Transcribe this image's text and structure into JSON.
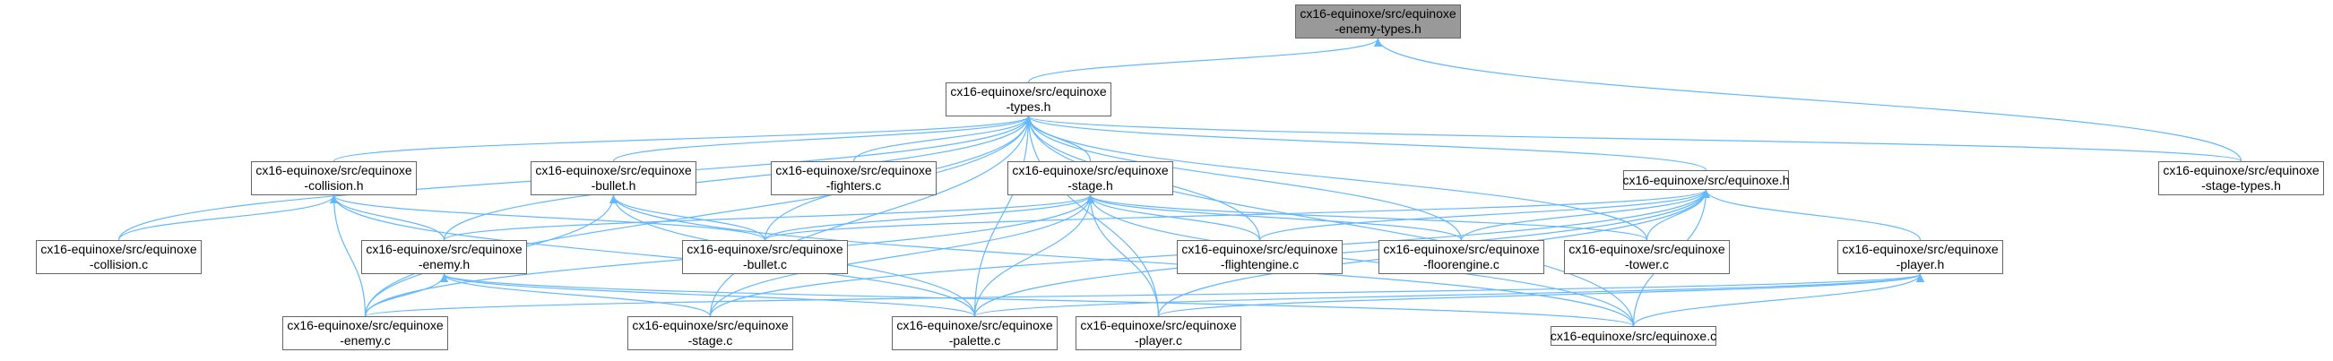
{
  "colors": {
    "edge": "#63b8ff",
    "node_border": "#666666",
    "root_fill": "#999999",
    "node_fill": "#ffffff"
  },
  "nodes": {
    "enemy_types_h": {
      "line1": "cx16-equinoxe/src/equinoxe",
      "line2": "-enemy-types.h"
    },
    "types_h": {
      "line1": "cx16-equinoxe/src/equinoxe",
      "line2": "-types.h"
    },
    "stage_types_h": {
      "line1": "cx16-equinoxe/src/equinoxe",
      "line2": "-stage-types.h"
    },
    "collision_h": {
      "line1": "cx16-equinoxe/src/equinoxe",
      "line2": "-collision.h"
    },
    "bullet_h": {
      "line1": "cx16-equinoxe/src/equinoxe",
      "line2": "-bullet.h"
    },
    "fighters_c": {
      "line1": "cx16-equinoxe/src/equinoxe",
      "line2": "-fighters.c"
    },
    "stage_h": {
      "line1": "cx16-equinoxe/src/equinoxe",
      "line2": "-stage.h"
    },
    "equinoxe_h": {
      "line1": "cx16-equinoxe/src/equinoxe.h"
    },
    "collision_c": {
      "line1": "cx16-equinoxe/src/equinoxe",
      "line2": "-collision.c"
    },
    "enemy_h": {
      "line1": "cx16-equinoxe/src/equinoxe",
      "line2": "-enemy.h"
    },
    "bullet_c": {
      "line1": "cx16-equinoxe/src/equinoxe",
      "line2": "-bullet.c"
    },
    "flightengine_c": {
      "line1": "cx16-equinoxe/src/equinoxe",
      "line2": "-flightengine.c"
    },
    "floorengine_c": {
      "line1": "cx16-equinoxe/src/equinoxe",
      "line2": "-floorengine.c"
    },
    "tower_c": {
      "line1": "cx16-equinoxe/src/equinoxe",
      "line2": "-tower.c"
    },
    "player_h": {
      "line1": "cx16-equinoxe/src/equinoxe",
      "line2": "-player.h"
    },
    "enemy_c": {
      "line1": "cx16-equinoxe/src/equinoxe",
      "line2": "-enemy.c"
    },
    "stage_c": {
      "line1": "cx16-equinoxe/src/equinoxe",
      "line2": "-stage.c"
    },
    "palette_c": {
      "line1": "cx16-equinoxe/src/equinoxe",
      "line2": "-palette.c"
    },
    "player_c": {
      "line1": "cx16-equinoxe/src/equinoxe",
      "line2": "-player.c"
    },
    "equinoxe_c": {
      "line1": "cx16-equinoxe/src/equinoxe.c"
    }
  },
  "edges": [
    [
      "types_h",
      "enemy_types_h"
    ],
    [
      "stage_types_h",
      "enemy_types_h"
    ],
    [
      "stage_types_h",
      "types_h"
    ],
    [
      "collision_h",
      "types_h"
    ],
    [
      "bullet_h",
      "types_h"
    ],
    [
      "fighters_c",
      "types_h"
    ],
    [
      "stage_h",
      "types_h"
    ],
    [
      "equinoxe_h",
      "types_h"
    ],
    [
      "collision_c",
      "types_h"
    ],
    [
      "enemy_h",
      "types_h"
    ],
    [
      "bullet_c",
      "types_h"
    ],
    [
      "flightengine_c",
      "types_h"
    ],
    [
      "floorengine_c",
      "types_h"
    ],
    [
      "tower_c",
      "types_h"
    ],
    [
      "enemy_c",
      "types_h"
    ],
    [
      "stage_c",
      "types_h"
    ],
    [
      "palette_c",
      "types_h"
    ],
    [
      "player_c",
      "types_h"
    ],
    [
      "equinoxe_c",
      "types_h"
    ],
    [
      "collision_c",
      "collision_h"
    ],
    [
      "enemy_h",
      "collision_h"
    ],
    [
      "bullet_c",
      "collision_h"
    ],
    [
      "enemy_c",
      "collision_h"
    ],
    [
      "palette_c",
      "collision_h"
    ],
    [
      "bullet_c",
      "bullet_h"
    ],
    [
      "enemy_c",
      "bullet_h"
    ],
    [
      "palette_c",
      "bullet_h"
    ],
    [
      "equinoxe_c",
      "bullet_h"
    ],
    [
      "enemy_h",
      "stage_h"
    ],
    [
      "bullet_c",
      "stage_h"
    ],
    [
      "flightengine_c",
      "stage_h"
    ],
    [
      "floorengine_c",
      "stage_h"
    ],
    [
      "tower_c",
      "stage_h"
    ],
    [
      "enemy_c",
      "stage_h"
    ],
    [
      "stage_c",
      "stage_h"
    ],
    [
      "palette_c",
      "stage_h"
    ],
    [
      "player_c",
      "stage_h"
    ],
    [
      "equinoxe_c",
      "stage_h"
    ],
    [
      "bullet_c",
      "equinoxe_h"
    ],
    [
      "flightengine_c",
      "equinoxe_h"
    ],
    [
      "floorengine_c",
      "equinoxe_h"
    ],
    [
      "tower_c",
      "equinoxe_h"
    ],
    [
      "player_h",
      "equinoxe_h"
    ],
    [
      "stage_c",
      "equinoxe_h"
    ],
    [
      "palette_c",
      "equinoxe_h"
    ],
    [
      "player_c",
      "equinoxe_h"
    ],
    [
      "equinoxe_c",
      "equinoxe_h"
    ],
    [
      "enemy_c",
      "enemy_h"
    ],
    [
      "stage_c",
      "enemy_h"
    ],
    [
      "palette_c",
      "enemy_h"
    ],
    [
      "equinoxe_c",
      "enemy_h"
    ],
    [
      "enemy_c",
      "player_h"
    ],
    [
      "palette_c",
      "player_h"
    ],
    [
      "player_c",
      "player_h"
    ],
    [
      "equinoxe_c",
      "player_h"
    ]
  ]
}
